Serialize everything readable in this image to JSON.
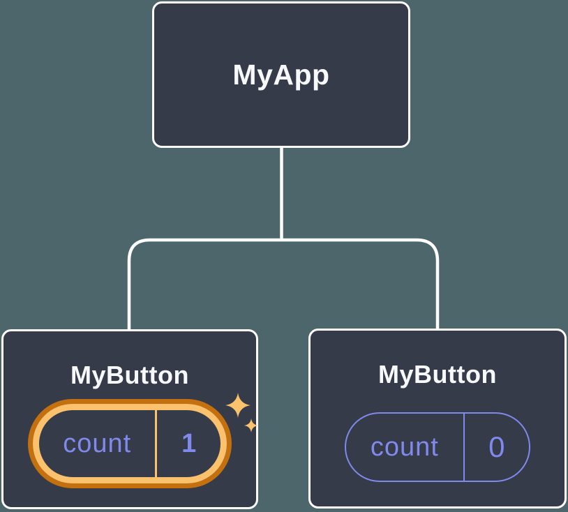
{
  "colors": {
    "canvas-bg": "#4c666c",
    "node-bg": "#363b49",
    "node-border": "#ffffff",
    "connector": "#ffffff",
    "title-text": "#f7f8f9",
    "state-purple": "#8089ec",
    "highlight-gold": "#fbc16d",
    "highlight-orange": "#c4700f"
  },
  "tree": {
    "root": {
      "label": "MyApp"
    },
    "children": [
      {
        "label": "MyButton",
        "state_key": "count",
        "state_value": "1",
        "highlighted": true
      },
      {
        "label": "MyButton",
        "state_key": "count",
        "state_value": "0",
        "highlighted": false
      }
    ]
  }
}
